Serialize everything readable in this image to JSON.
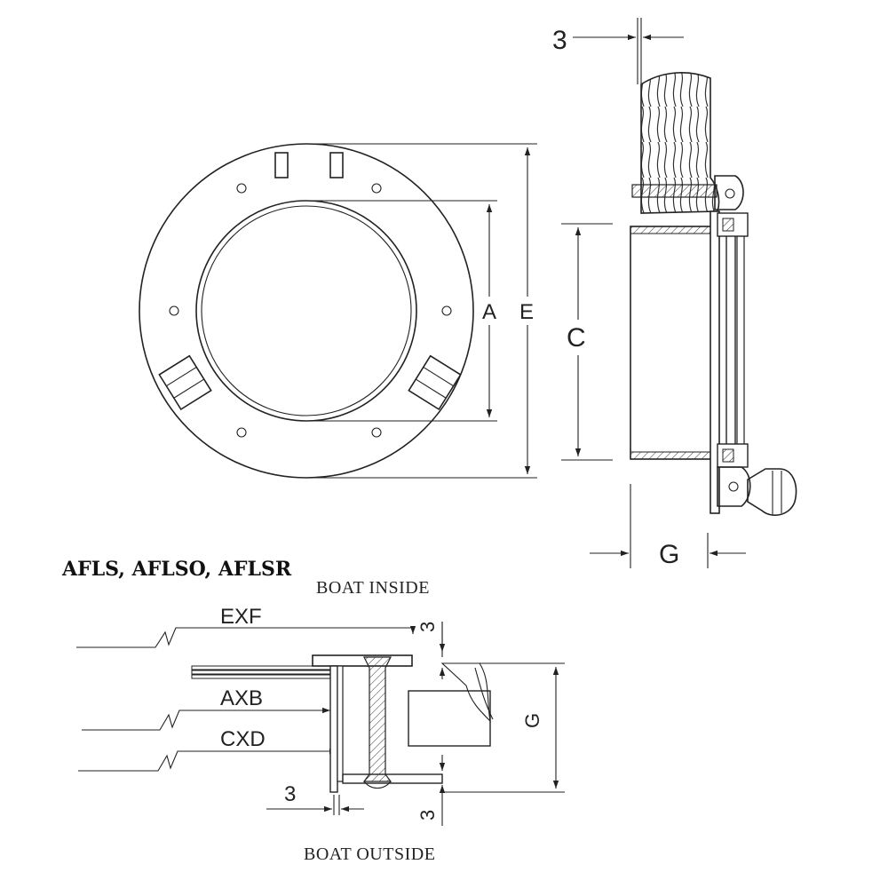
{
  "front_view": {
    "dim_A": "A",
    "dim_E": "E"
  },
  "side_view": {
    "dim_3_top": "3",
    "dim_C": "C",
    "dim_G": "G"
  },
  "section_view": {
    "model_title": "AFLS, AFLSO, AFLSR",
    "boat_inside": "BOAT INSIDE",
    "boat_outside": "BOAT OUTSIDE",
    "label_EXF": "EXF",
    "label_AXB": "AXB",
    "label_CXD": "CXD",
    "dim_3_bottom": "3",
    "dim_3_right_top": "3",
    "dim_3_right_bottom": "3",
    "dim_G": "G"
  }
}
